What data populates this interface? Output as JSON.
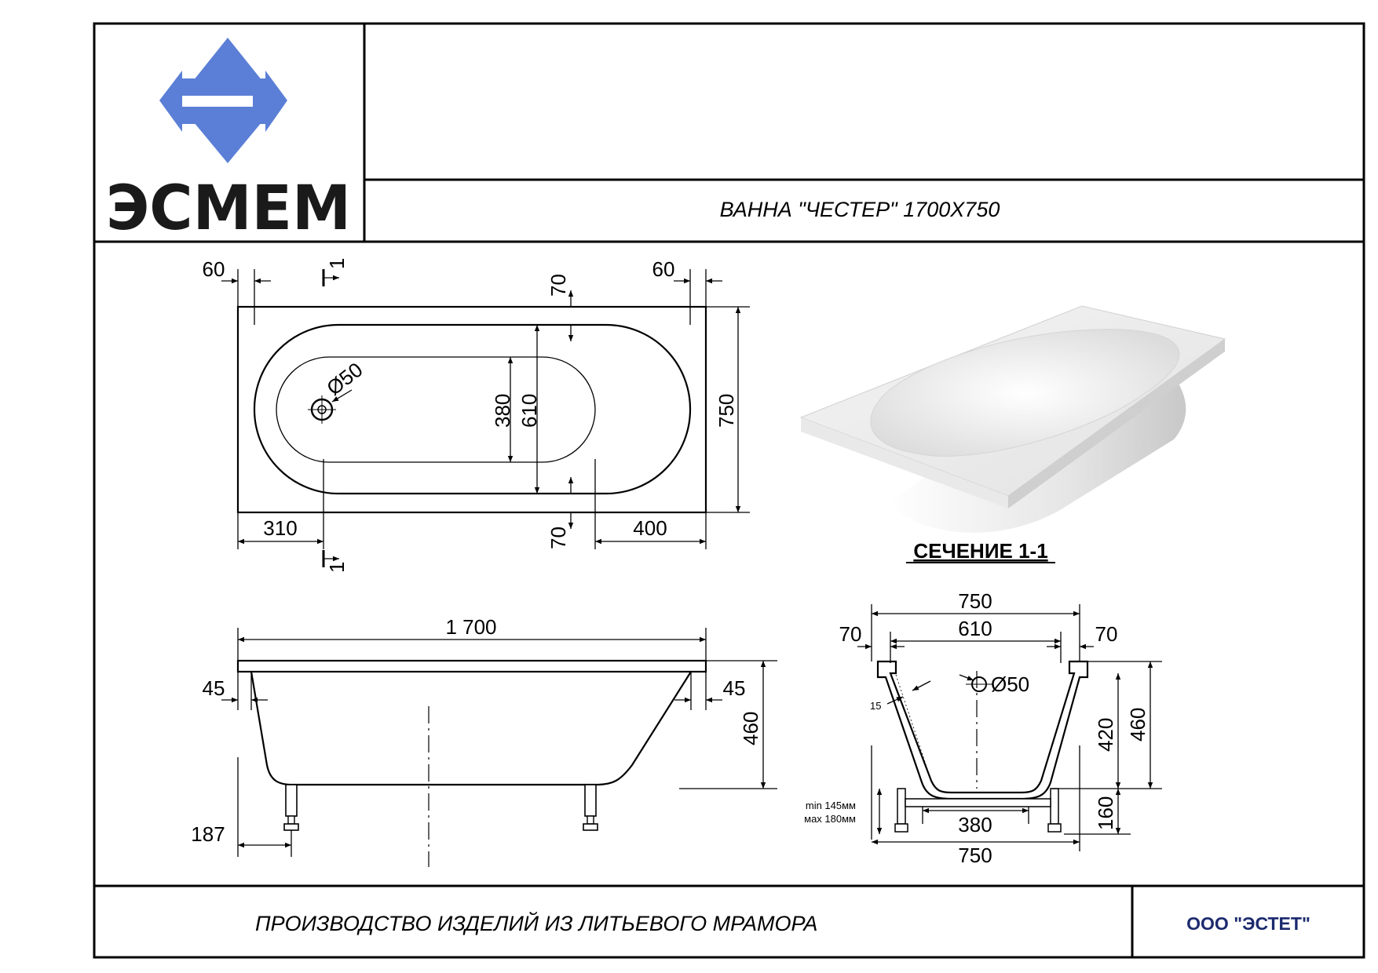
{
  "title_block": {
    "logo_text": "ЭСМЕМ",
    "product_title": "ВАННА \"ЧЕСТЕР\" 1700Х750",
    "footer_text": "ПРОИЗВОДСТВО ИЗДЕЛИЙ ИЗ ЛИТЬЕВОГО МРАМОРА",
    "company": "ООО \"ЭСТЕТ\""
  },
  "colors": {
    "logo_blue": "#5b7fd6",
    "company_blue": "#1c2a6e"
  },
  "plan_view": {
    "dim_left_rim": "60",
    "dim_right_rim": "60",
    "dim_top_rim": "70",
    "dim_bottom_rim": "70",
    "dim_inner_width": "380",
    "dim_bowl_width": "610",
    "dim_total_width": "750",
    "dim_drain_offset": "310",
    "dim_right_offset": "400",
    "drain_label": "Ø50",
    "section_mark_top": "1",
    "section_mark_bottom": "1"
  },
  "side_view": {
    "dim_length": "1 700",
    "dim_left_45": "45",
    "dim_right_45": "45",
    "dim_height": "460",
    "dim_leg_offset": "187"
  },
  "section_view": {
    "heading": "СЕЧЕНИЕ 1-1",
    "dim_top_750": "750",
    "dim_610": "610",
    "dim_left_70": "70",
    "dim_right_70": "70",
    "drain_label": "Ø50",
    "wall_thickness": "15",
    "dim_420": "420",
    "dim_460": "460",
    "dim_160": "160",
    "dim_380": "380",
    "dim_bottom_750": "750",
    "leg_min": "min 145мм",
    "leg_max": "мах 180мм"
  }
}
